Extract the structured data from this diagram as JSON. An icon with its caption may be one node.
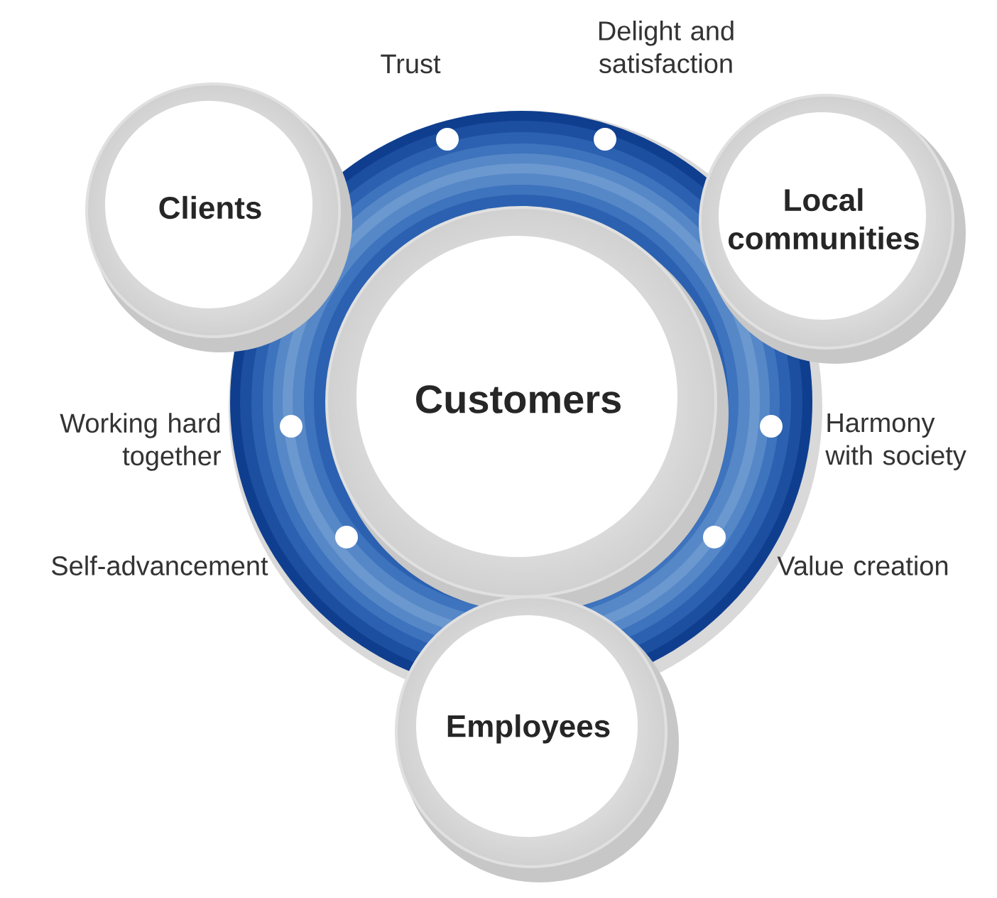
{
  "diagram": {
    "nodes": [
      {
        "text": [
          "Clients"
        ]
      },
      {
        "text": [
          "Local communities"
        ]
      },
      {
        "text": [
          "Customers"
        ]
      },
      {
        "text": [
          "Employees"
        ]
      }
    ],
    "labels": [
      "Trust",
      "Delight and satisfaction",
      "Working hard together",
      "Harmony with society",
      "Self-advancement",
      "Value creation"
    ]
  }
}
